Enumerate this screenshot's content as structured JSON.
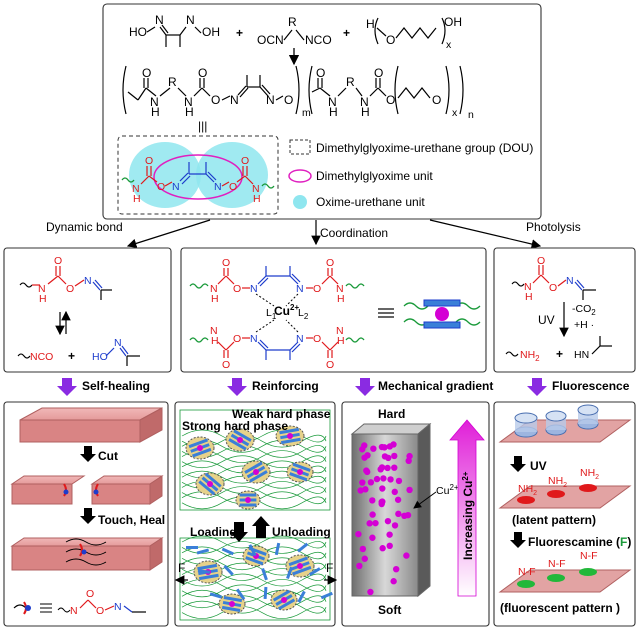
{
  "top": {
    "plus1": "+",
    "plus2": "+",
    "ho_left": "HO",
    "n1": "N",
    "n2": "N",
    "oh": "OH",
    "ocn": "OCN",
    "r": "R",
    "nco": "NCO",
    "h": "H",
    "o_poly": "O",
    "oh_poly": "OH",
    "x": "x",
    "m": "m",
    "n_sub": "n",
    "equiv": "|||"
  },
  "legend": {
    "dou": "Dimethylglyoxime-urethane group (DOU)",
    "dmg": "Dimethylglyoxime unit",
    "oxu": "Oxime-urethane unit"
  },
  "branches": {
    "dynamic": "Dynamic bond",
    "coordination": "Coordination",
    "photolysis": "Photolysis"
  },
  "dynamic_panel": {
    "nco": "NCO",
    "ho_n": "HO",
    "plus": "+"
  },
  "coord_panel": {
    "cu": "Cu",
    "cu_charge": "2+",
    "l1": "L",
    "l1_sub": "1",
    "l2": "L",
    "l2_sub": "2"
  },
  "photo_panel": {
    "uv": "UV",
    "co2": "-CO",
    "co2_sub": "2",
    "h": "+H ·",
    "nh2": "NH",
    "nh2_sub": "2",
    "plus": "+",
    "hn": "HN"
  },
  "properties": {
    "self_healing": "Self-healing",
    "reinforcing": "Reinforcing",
    "mech_gradient": "Mechanical gradient",
    "fluorescence": "Fluorescence"
  },
  "selfheal_panel": {
    "cut": "Cut",
    "touch_heal": "Touch, Heal"
  },
  "reinforce_panel": {
    "weak": "Weak hard phase",
    "strong": "Strong hard phase",
    "loading": "Loading",
    "unloading": "Unloading",
    "f_left": "F",
    "f_right": "F"
  },
  "gradient_panel": {
    "hard": "Hard",
    "soft": "Soft",
    "cu": "Cu",
    "cu_charge": "2+",
    "increasing": "Increasing Cu",
    "increasing_charge": "2+"
  },
  "fluor_panel": {
    "uv": "UV",
    "nh2": "NH",
    "nh2_sub": "2",
    "latent": "(latent pattern)",
    "fluorescamine": "Fluorescamine (",
    "f_letter": "F",
    "close": ")",
    "nf": "N-F",
    "fluorescent": "(fluorescent pattern )"
  },
  "colors": {
    "red": "#e0191b",
    "blue": "#1d3ccc",
    "green": "#1a9a3a",
    "magenta": "#d400d4",
    "cyan": "#8fe6ef",
    "pink_block": "#e8a0a0",
    "purple_arrow": "#8a2be2"
  }
}
